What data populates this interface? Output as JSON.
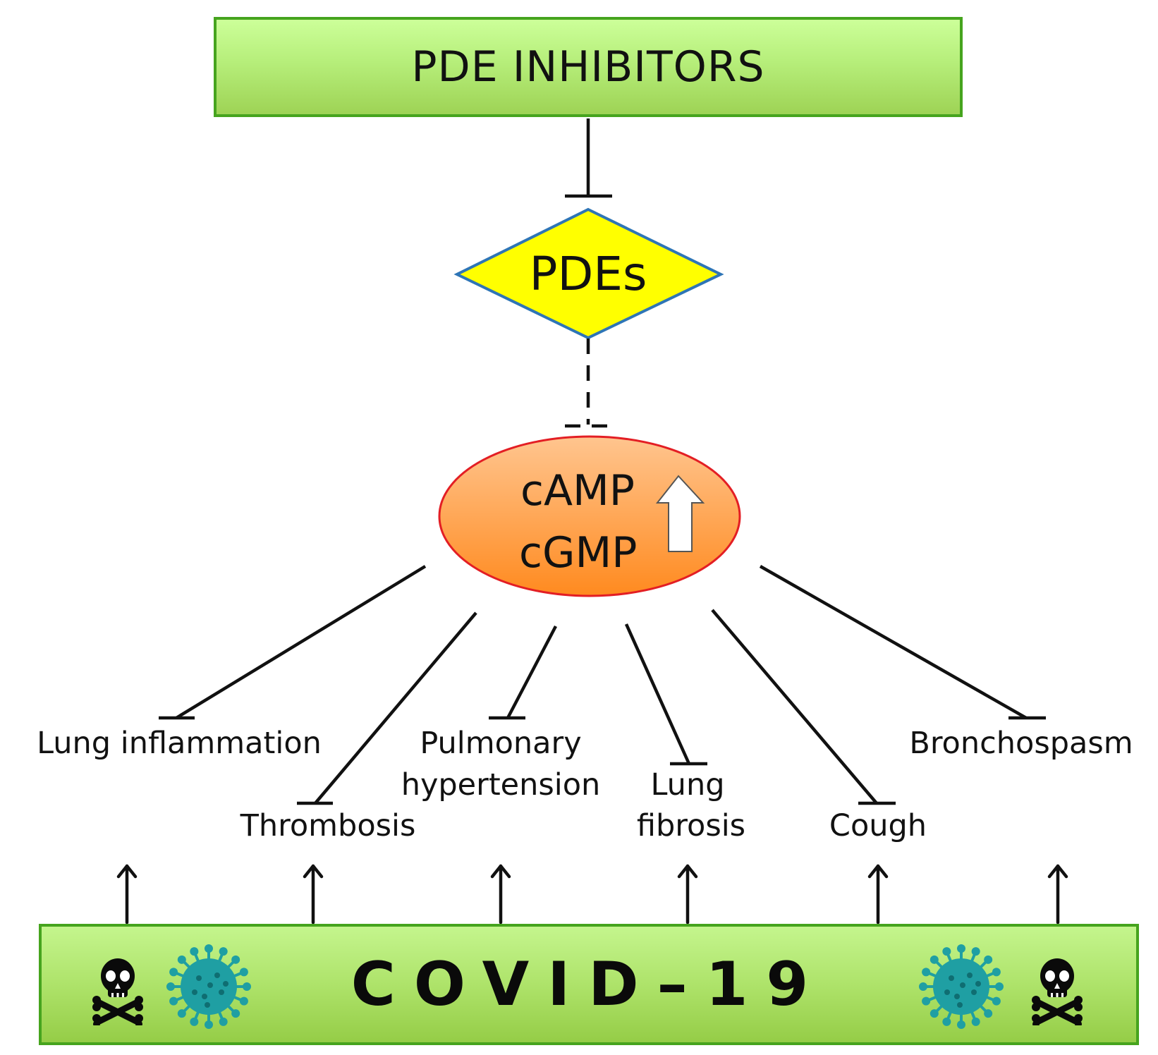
{
  "top_box": {
    "label": "PDE INHIBITORS"
  },
  "diamond": {
    "label": "PDEs",
    "fill": "#ffff00",
    "stroke": "#2e75b6"
  },
  "oval": {
    "line1": "cAMP",
    "line2": "cGMP",
    "fill_top": "#ffc58f",
    "fill_bottom": "#ff8a1f",
    "stroke": "#e31e24"
  },
  "effects": [
    {
      "id": "lung-inflammation",
      "lines": [
        "Lung inflammation"
      ]
    },
    {
      "id": "thrombosis",
      "lines": [
        "Thrombosis"
      ]
    },
    {
      "id": "pulmonary-hypertension",
      "lines": [
        "Pulmonary",
        "hypertension"
      ]
    },
    {
      "id": "lung-fibrosis",
      "lines": [
        "Lung",
        "fibrosis"
      ]
    },
    {
      "id": "cough",
      "lines": [
        "Cough"
      ]
    },
    {
      "id": "bronchospasm",
      "lines": [
        "Bronchospasm"
      ]
    }
  ],
  "bottom_box": {
    "label": "COVID–19"
  },
  "icons": [
    "skull-crossbones-icon",
    "coronavirus-icon",
    "coronavirus-icon",
    "skull-crossbones-icon"
  ],
  "colors": {
    "green_border": "#46a41e",
    "virus": "#1f9fa3"
  }
}
